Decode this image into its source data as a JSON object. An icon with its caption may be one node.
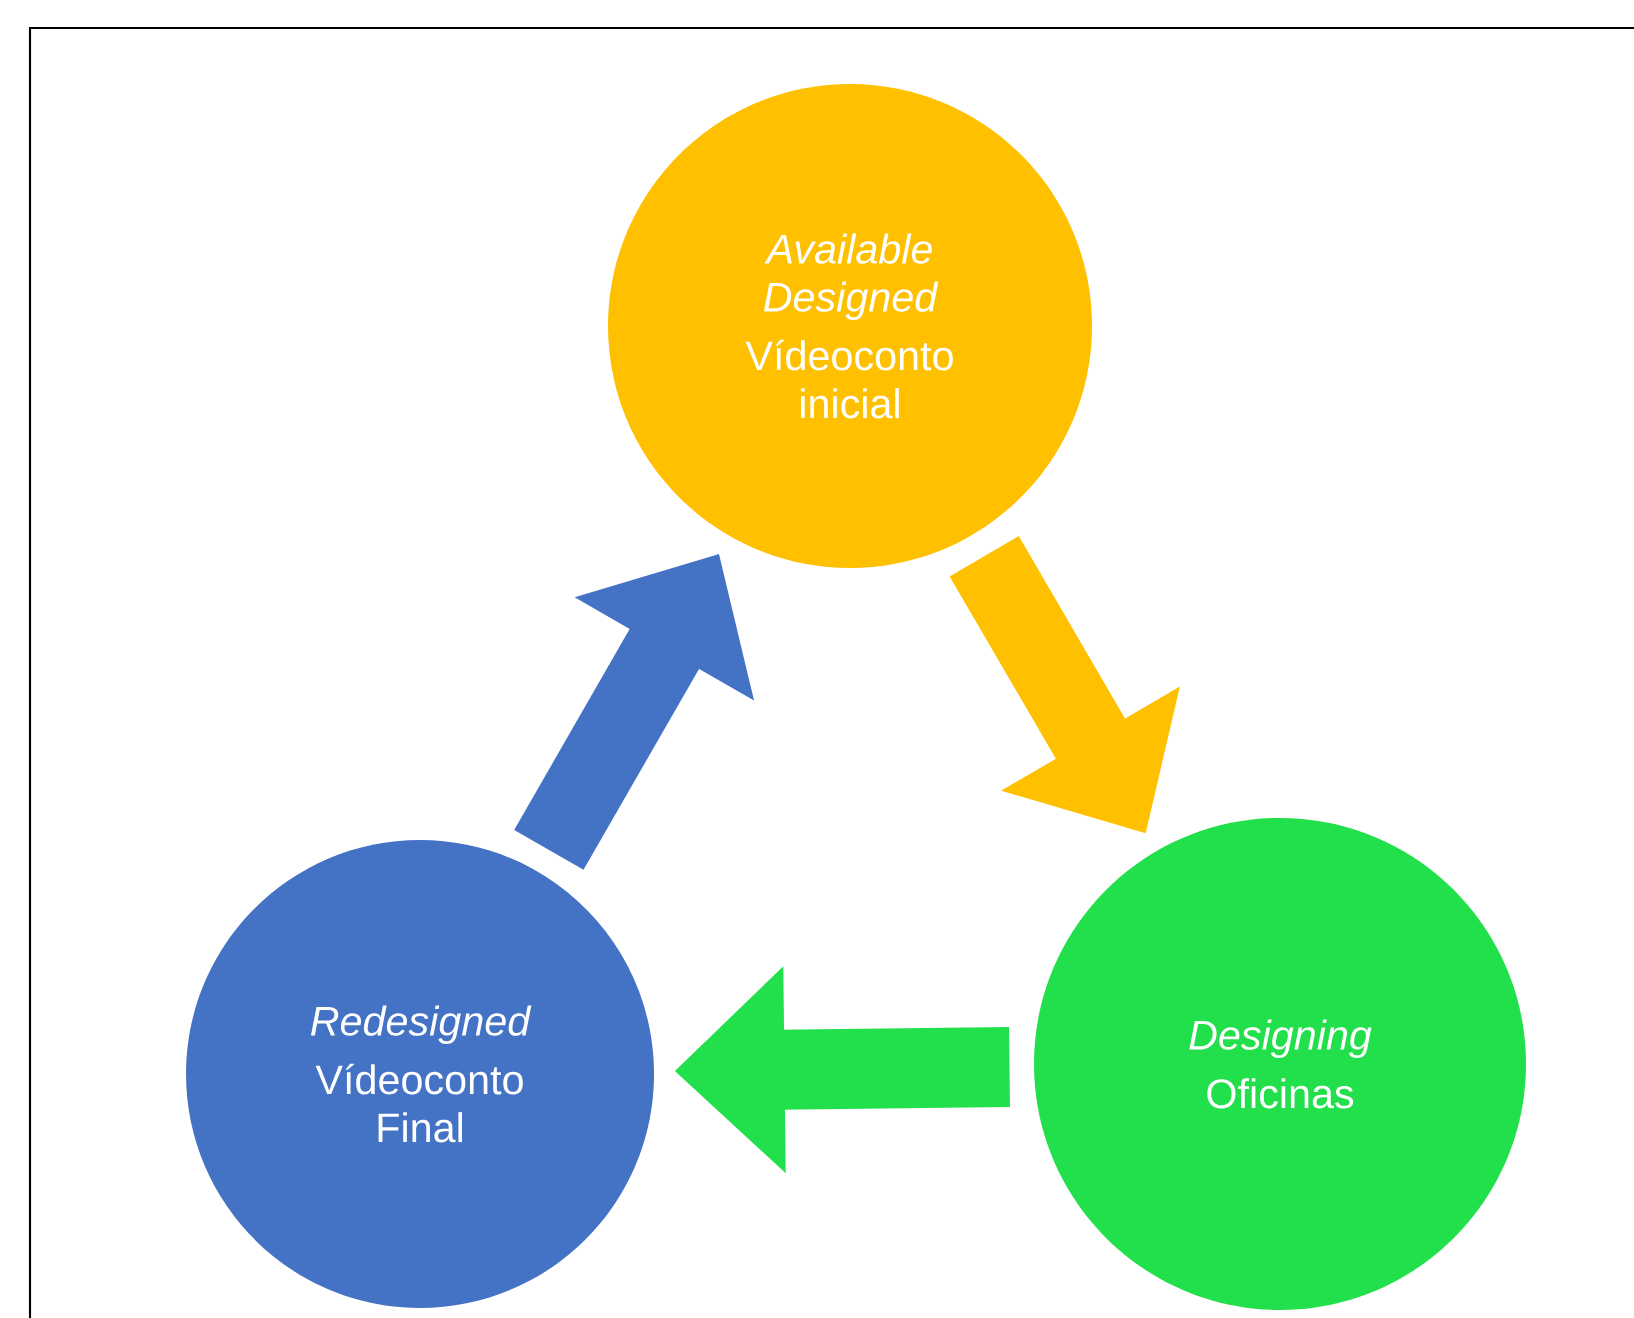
{
  "diagram": {
    "nodes": [
      {
        "text": [
          "Available Designed",
          "Vídeoconto inicial"
        ]
      },
      {
        "text": [
          "Designing",
          "Oficinas"
        ]
      },
      {
        "text": [
          "Redesigned",
          "Vídeoconto Final"
        ]
      }
    ],
    "edges": [
      {
        "from": 0,
        "to": 1,
        "arrow": "to",
        "color": "#ffc000"
      },
      {
        "from": 1,
        "to": 2,
        "arrow": "to",
        "color": "#22e04b"
      },
      {
        "from": 2,
        "to": 0,
        "arrow": "to",
        "color": "#4472c4"
      }
    ]
  }
}
